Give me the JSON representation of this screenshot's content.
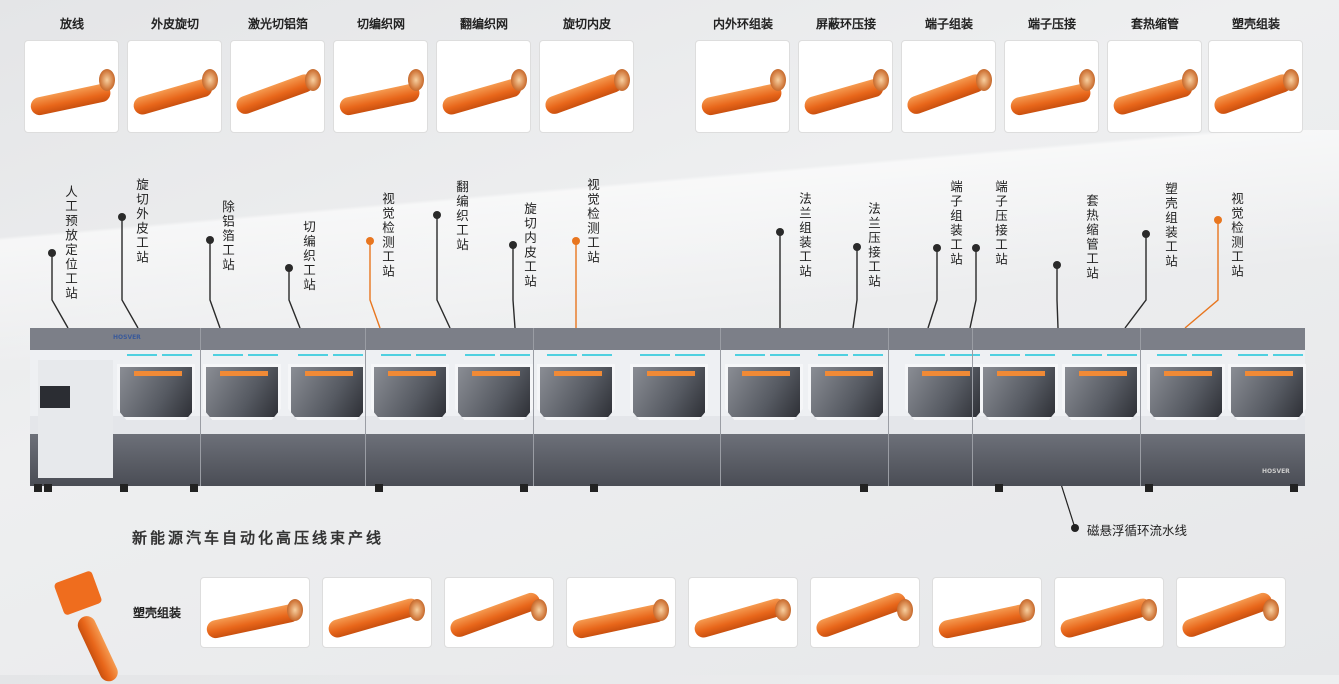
{
  "colors": {
    "accent": "#e8761f",
    "line": "#2a2a2a",
    "background": "#e9eaec"
  },
  "top_processes_left": [
    "放线",
    "外皮旋切",
    "激光切铝箔",
    "切编织网",
    "翻编织网",
    "旋切内皮"
  ],
  "top_processes_right": [
    "内外环组装",
    "屏蔽环压接",
    "端子组装",
    "端子压接",
    "套热缩管",
    "塑壳组装"
  ],
  "stations": [
    {
      "label": "人工预放定位工站",
      "highlight": false
    },
    {
      "label": "旋切外皮工站",
      "highlight": false
    },
    {
      "label": "除铝箔工站",
      "highlight": false
    },
    {
      "label": "切编织工站",
      "highlight": false
    },
    {
      "label": "视觉检测工站",
      "highlight": true
    },
    {
      "label": "翻编织工站",
      "highlight": false
    },
    {
      "label": "旋切内皮工站",
      "highlight": false
    },
    {
      "label": "视觉检测工站",
      "highlight": true
    },
    {
      "label": "法兰组装工站",
      "highlight": false
    },
    {
      "label": "法兰压接工站",
      "highlight": false
    },
    {
      "label": "端子组装工站",
      "highlight": false
    },
    {
      "label": "端子压接工站",
      "highlight": false
    },
    {
      "label": "套热缩管工站",
      "highlight": false
    },
    {
      "label": "塑壳组装工站",
      "highlight": false
    },
    {
      "label": "视觉检测工站",
      "highlight": true
    }
  ],
  "machine_logo": "HOSVER",
  "title": "新能源汽车自动化高压线束产线",
  "conveyor_label": "磁悬浮循环流水线",
  "bottom_label": "塑壳组装",
  "bottom_products_count": 9
}
